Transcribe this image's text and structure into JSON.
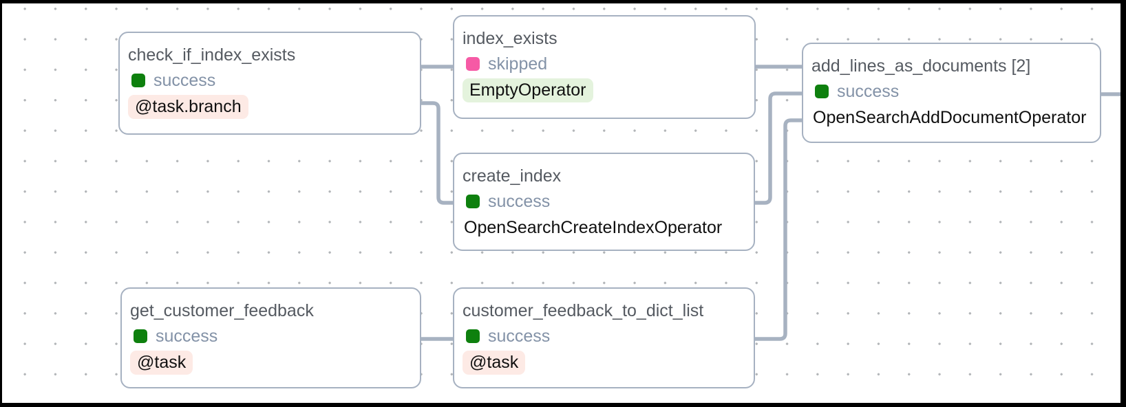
{
  "app": {
    "view_name": "dag-graph-view"
  },
  "colors": {
    "frame": "#000000",
    "canvas_dot": "#b2b5b8",
    "node_border": "#a6b1c1",
    "edge": "#a7b2c1",
    "title_text": "#555a61",
    "status_text": "#8392a7",
    "success": "#0e800e",
    "skipped": "#f65aa5",
    "badge_pink_bg": "#fdeae5",
    "badge_green_bg": "#e4f3dd"
  },
  "nodes": [
    {
      "id": "check_if_index_exists",
      "title": "check_if_index_exists",
      "status": "success",
      "operator": "@task.branch",
      "operator_badge": "pink"
    },
    {
      "id": "index_exists",
      "title": "index_exists",
      "status": "skipped",
      "operator": "EmptyOperator",
      "operator_badge": "green"
    },
    {
      "id": "create_index",
      "title": "create_index",
      "status": "success",
      "operator": "OpenSearchCreateIndexOperator",
      "operator_badge": "none"
    },
    {
      "id": "add_lines_as_documents",
      "title": "add_lines_as_documents [2]",
      "status": "success",
      "operator": "OpenSearchAddDocumentOperator",
      "operator_badge": "none"
    },
    {
      "id": "get_customer_feedback",
      "title": "get_customer_feedback",
      "status": "success",
      "operator": "@task",
      "operator_badge": "pink"
    },
    {
      "id": "customer_feedback_to_dict_list",
      "title": "customer_feedback_to_dict_list",
      "status": "success",
      "operator": "@task",
      "operator_badge": "pink"
    }
  ],
  "edges": [
    {
      "from": "check_if_index_exists",
      "to": "index_exists"
    },
    {
      "from": "check_if_index_exists",
      "to": "create_index"
    },
    {
      "from": "index_exists",
      "to": "add_lines_as_documents"
    },
    {
      "from": "create_index",
      "to": "add_lines_as_documents"
    },
    {
      "from": "customer_feedback_to_dict_list",
      "to": "add_lines_as_documents"
    },
    {
      "from": "get_customer_feedback",
      "to": "customer_feedback_to_dict_list"
    },
    {
      "from": "add_lines_as_documents",
      "to": "offscreen-right"
    }
  ]
}
